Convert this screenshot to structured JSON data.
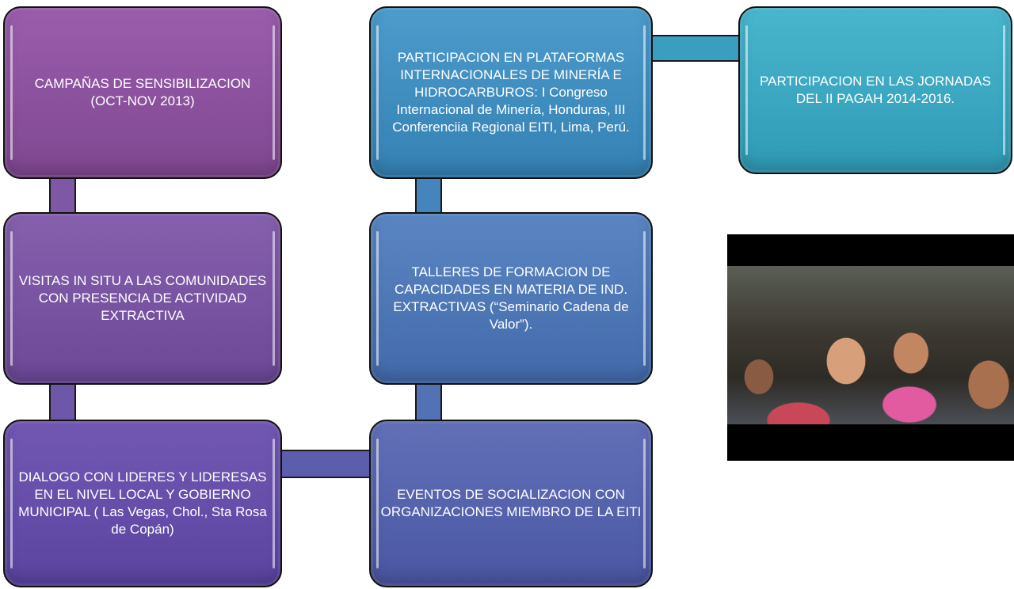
{
  "boxes": {
    "b1": "CAMPAÑAS DE SENSIBILIZACION\n(OCT-NOV 2013)",
    "b2": "VISITAS IN SITU A LAS COMUNIDADES CON PRESENCIA DE ACTIVIDAD EXTRACTIVA",
    "b3": "DIALOGO CON LIDERES Y LIDERESAS EN EL NIVEL LOCAL Y GOBIERNO MUNICIPAL ( Las Vegas, Chol., Sta Rosa de Copán)",
    "b4": "EVENTOS DE SOCIALIZACION CON ORGANIZACIONES MIEMBRO DE LA EITI",
    "b5": "TALLERES DE FORMACION DE CAPACIDADES EN MATERIA DE IND. EXTRACTIVAS (“Seminario Cadena de Valor”).",
    "b6": "PARTICIPACION EN PLATAFORMAS INTERNACIONALES DE MINERÍA E HIDROCARBUROS: I Congreso Internacional de Minería, Honduras, III Conferenciia Regional EITI, Lima, Perú.",
    "b7": "PARTICIPACION EN LAS JORNADAS DEL II PAGAH 2014-2016."
  },
  "colors": {
    "b1": "#8a4f9c",
    "b2": "#7a54a4",
    "b3": "#6650aa",
    "b4": "#5860ae",
    "b5": "#4e78b8",
    "b6": "#3f8ec0",
    "b7": "#3ba8c2",
    "c12": "#7e58a4",
    "c23": "#6e56a8",
    "c34": "#5c5dad",
    "c45": "#5272b5",
    "c56": "#4685bc",
    "c67": "#3b9ec0"
  },
  "media": {
    "video_thumbnail": "audience-photo"
  }
}
